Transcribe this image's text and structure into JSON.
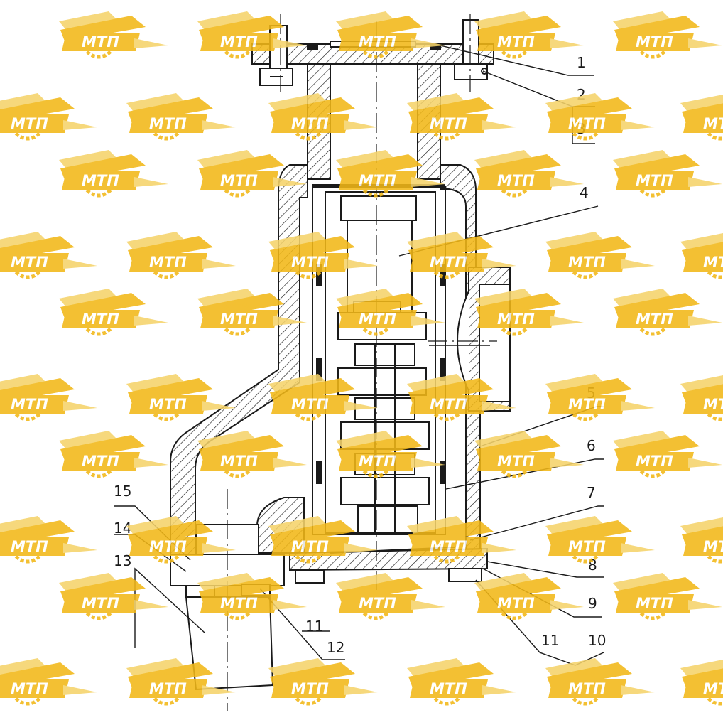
{
  "diagram": {
    "callouts": [
      {
        "id": "1",
        "label": "1"
      },
      {
        "id": "2",
        "label": "2"
      },
      {
        "id": "3",
        "label": "3"
      },
      {
        "id": "4",
        "label": "4"
      },
      {
        "id": "5",
        "label": "5"
      },
      {
        "id": "6",
        "label": "6"
      },
      {
        "id": "7",
        "label": "7"
      },
      {
        "id": "8",
        "label": "8"
      },
      {
        "id": "9",
        "label": "9"
      },
      {
        "id": "10",
        "label": "10"
      },
      {
        "id": "11a",
        "label": "11"
      },
      {
        "id": "11b",
        "label": "11"
      },
      {
        "id": "12",
        "label": "12"
      },
      {
        "id": "13",
        "label": "13"
      },
      {
        "id": "14",
        "label": "14"
      },
      {
        "id": "15",
        "label": "15"
      }
    ]
  },
  "watermark": {
    "text": "МТП",
    "fill_color": "#f2b817",
    "accent_color": "#f5d36a"
  },
  "colors": {
    "line": "#1a1a1a",
    "background": "#ffffff"
  }
}
